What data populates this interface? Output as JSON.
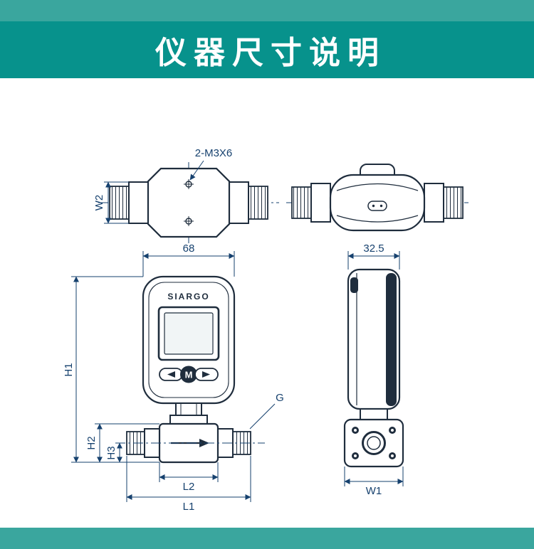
{
  "header": {
    "title": "仪器尺寸说明"
  },
  "device": {
    "brand": "SIARGO",
    "mode_button": "M"
  },
  "dimensions": {
    "screw_spec": "2-M3X6",
    "w2": "W2",
    "top_width": "68",
    "side_width": "32.5",
    "h1": "H1",
    "h2": "H2",
    "h3": "H3",
    "l2": "L2",
    "l1": "L1",
    "w1": "W1",
    "thread": "G"
  },
  "colors": {
    "page_background": "#3aa69e",
    "header_background": "#07928c",
    "panel_background": "#ffffff",
    "outline": "#1f2d3d",
    "dimension": "#16416e"
  }
}
